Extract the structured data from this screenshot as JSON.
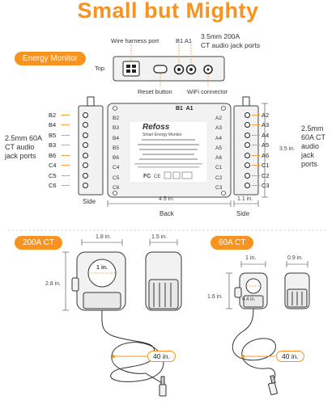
{
  "header": {
    "title": "Small but Mighty"
  },
  "energy_monitor": {
    "badge": "Energy Monitor",
    "top_label": "Top",
    "wire_harness": "Wire harness port",
    "b1a1": "B1  A1",
    "ct200_ports": "3.5mm 200A",
    "ct200_ports2": "CT audio jack ports",
    "reset": "Reset button",
    "wifi": "WiFi connector"
  },
  "left_side": {
    "ports": [
      "B2",
      "B4",
      "B5",
      "B3",
      "B6",
      "C4",
      "C5",
      "C6"
    ],
    "label_line1": "2.5mm 60A",
    "label_line2": "CT audio",
    "label_line3": "jack ports",
    "side": "Side"
  },
  "back": {
    "brand": "Refoss",
    "product": "Smart Energy Monitor",
    "top_ports": "B1  A1",
    "left_col": [
      "B2",
      "B3",
      "B4",
      "B5",
      "B6",
      "C4",
      "C5",
      "C6"
    ],
    "right_col": [
      "A2",
      "A3",
      "A4",
      "A5",
      "A6",
      "C1",
      "C2",
      "C3"
    ],
    "height": "3.5 in.",
    "width": "4.5 in.",
    "label": "Back"
  },
  "right_side": {
    "ports": [
      "A2",
      "A3",
      "A4",
      "A5",
      "A6",
      "C1",
      "C2",
      "C3"
    ],
    "label_line1": "2.5mm",
    "label_line2": "60A CT",
    "label_line3": "audio",
    "label_line4": "jack",
    "label_line5": "ports",
    "width": "1.1 in.",
    "side": "Side"
  },
  "ct200": {
    "badge": "200A CT",
    "width": "1.8 in.",
    "depth": "1.5 in.",
    "height": "2.8 in.",
    "hole": "1 in.",
    "cable": "40 in."
  },
  "ct60": {
    "badge": "60A CT",
    "width": "1 in.",
    "depth": "0.9 in.",
    "height": "1.6 in.",
    "hole": "0.4 in.",
    "cable": "40 in."
  },
  "colors": {
    "accent": "#f7931e",
    "line": "#333333",
    "panel": "#f2f2f2"
  }
}
